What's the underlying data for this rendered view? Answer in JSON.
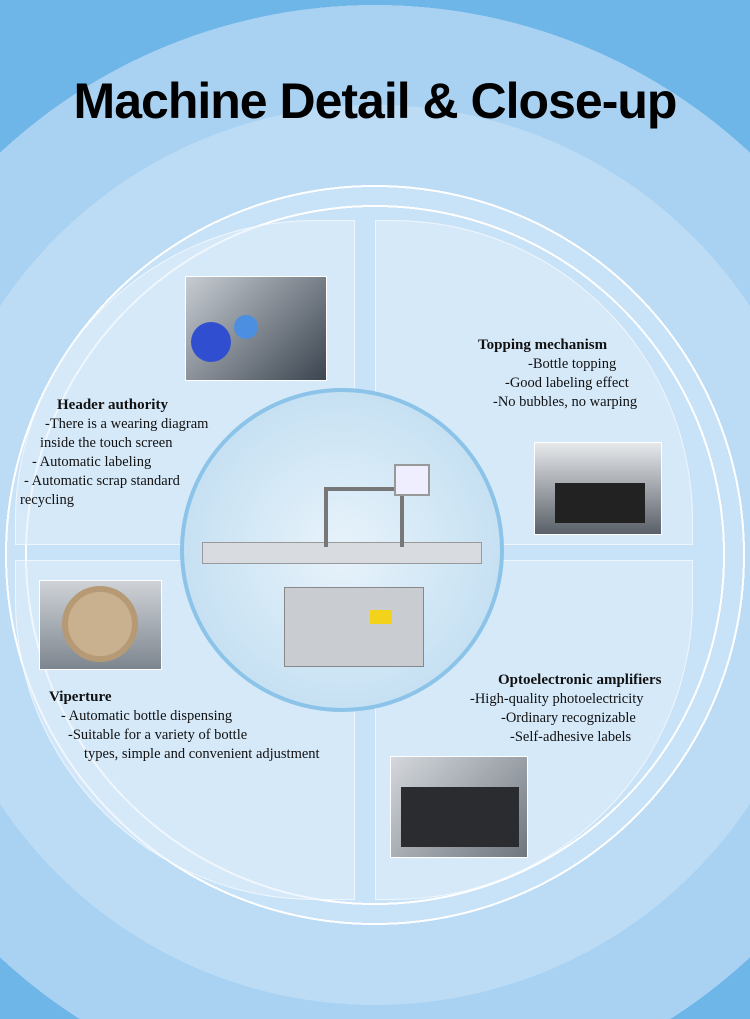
{
  "title": "Machine Detail & Close-up",
  "sections": [
    {
      "heading": "Header authority",
      "lines": [
        "-There is a wearing diagram",
        "inside the touch screen",
        "- Automatic labeling",
        "- Automatic scrap standard",
        "recycling"
      ]
    },
    {
      "heading": "Topping mechanism",
      "lines": [
        "-Bottle topping",
        "-Good labeling effect",
        "-No bubbles, no warping"
      ]
    },
    {
      "heading": "Viperture",
      "lines": [
        "- Automatic bottle dispensing",
        "-Suitable for a variety of bottle",
        "types, simple and convenient adjustment"
      ]
    },
    {
      "heading": "Optoelectronic amplifiers",
      "lines": [
        "-High-quality photoelectricity",
        "-Ordinary recognizable",
        "-Self-adhesive labels"
      ]
    }
  ],
  "colors": {
    "background": "#6fb6e8",
    "panel": "#e1eefc",
    "ring": "#ffffff"
  }
}
